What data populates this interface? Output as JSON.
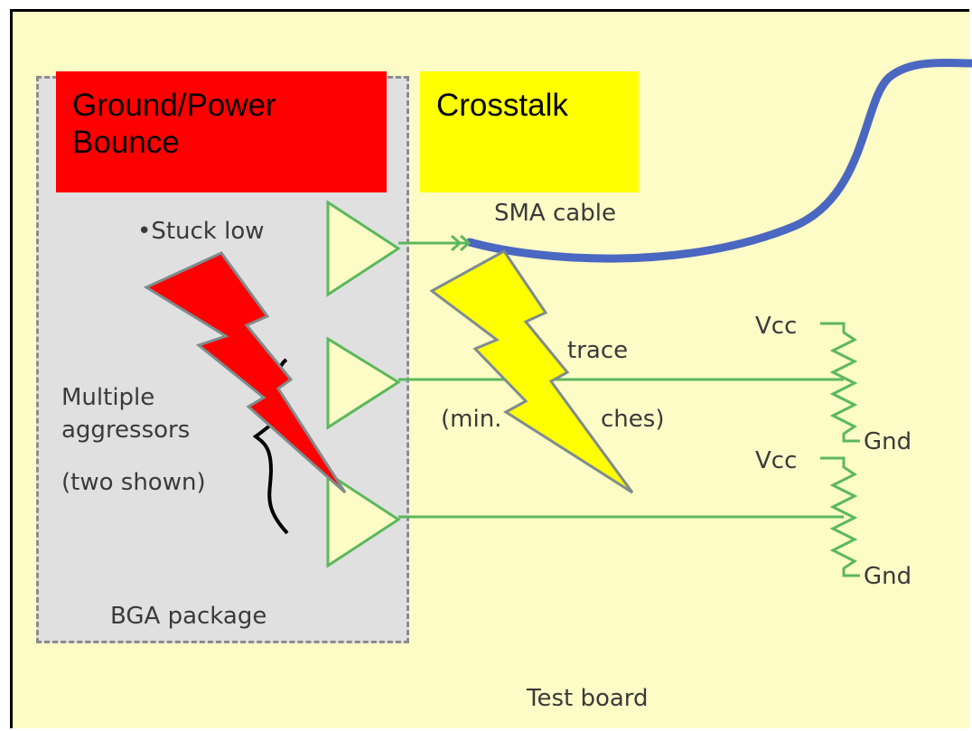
{
  "colors": {
    "board_bg": "#fdfbc6",
    "package_bg": "#e0e0e0",
    "trace": "#5cb85c",
    "cable": "#4a67c1",
    "ground_bounce": "#ff0000",
    "crosstalk": "#ffff00"
  },
  "callouts": {
    "ground_bounce": "Ground/Power Bounce",
    "crosstalk": "Crosstalk"
  },
  "labels": {
    "stuck_low": "•Stuck low",
    "sma_cable": "SMA cable",
    "pcb_trace_partial": "trace",
    "min_inches": "(min.",
    "min_inches_tail": "ches)",
    "aggressors_1": "Multiple",
    "aggressors_2": "aggressors",
    "aggressors_3": "(two shown)",
    "bga_package": "BGA package",
    "test_board": "Test board",
    "vcc_1": "Vcc",
    "gnd_1": "Gnd",
    "vcc_2": "Vcc",
    "gnd_2": "Gnd"
  },
  "icons": {
    "ground_bounce_bolt": "lightning-bolt-icon",
    "crosstalk_bolt": "lightning-bolt-icon"
  }
}
